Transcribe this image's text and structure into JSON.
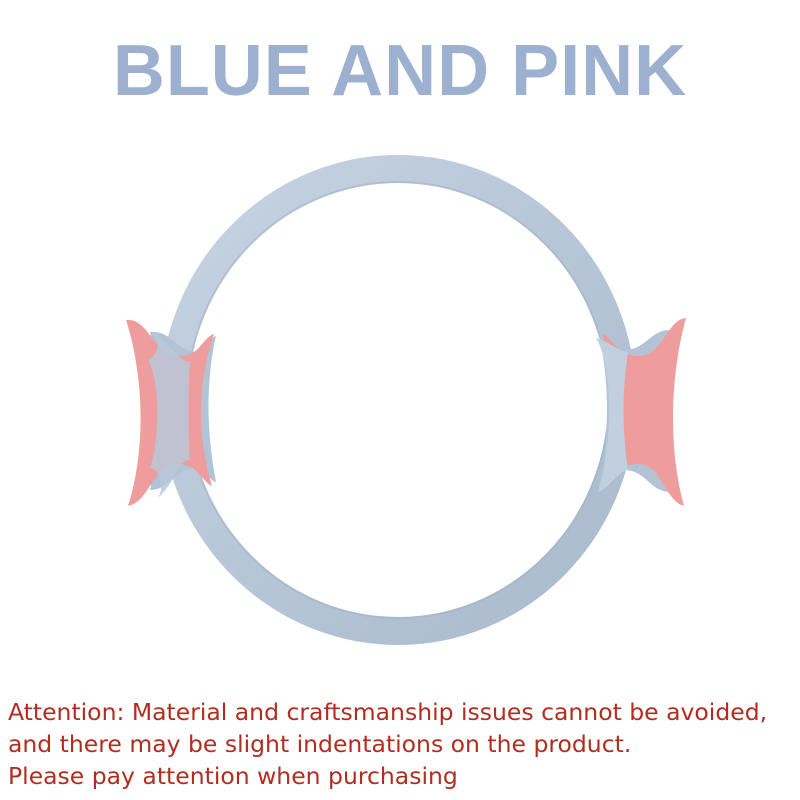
{
  "title": "BLUE AND PINK",
  "notice": {
    "lines": [
      "Attention: Material and craftsmanship issues cannot be avoided,",
      "and there may be slight indentations on the product.",
      "Please pay attention when purchasing"
    ]
  },
  "colors": {
    "title": "#9db0cf",
    "ring": "#b9c8d9",
    "ring_shade": "#9fb2c6",
    "handle_pink": "#ee9c9c",
    "handle_blue": "#b3c3d6",
    "notice_text": "#b22d1f"
  },
  "product": {
    "icon": "pilates-ring-icon"
  }
}
